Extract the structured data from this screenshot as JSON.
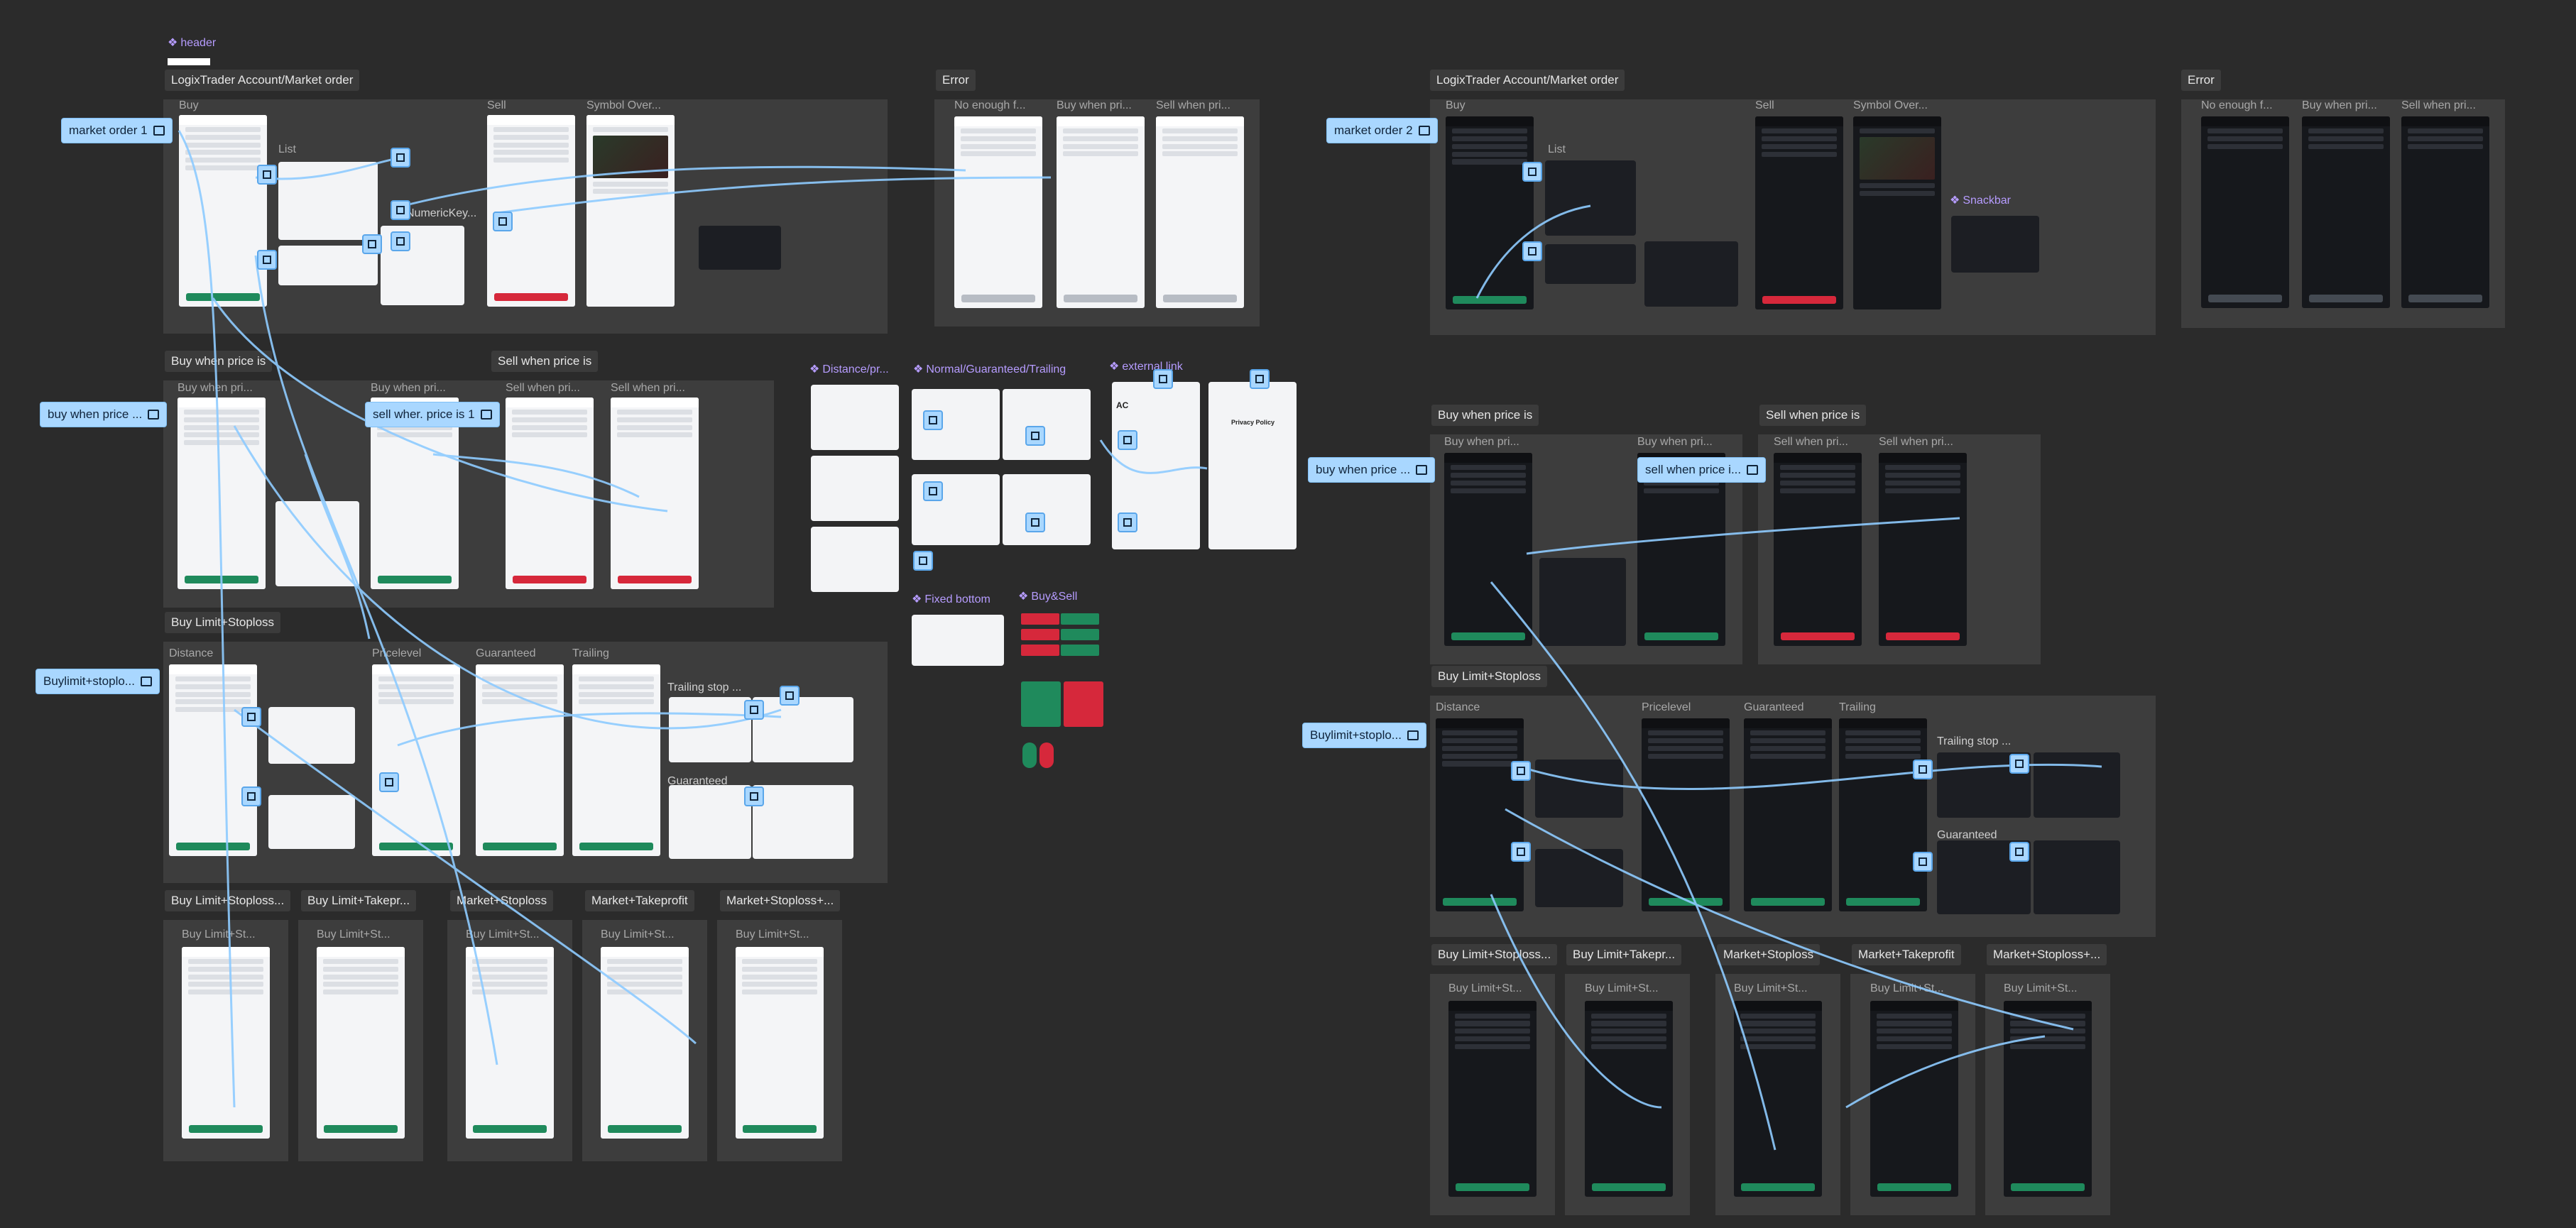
{
  "header_component": "header",
  "sections": [
    {
      "title": "LogixTrader Account/Market order",
      "frames": [
        "Buy",
        "List",
        "Sell",
        "Symbol Over..."
      ]
    },
    {
      "title": "Error",
      "frames": [
        "No enough f...",
        "Buy when pri...",
        "Sell when pri..."
      ]
    },
    {
      "title": "Buy when price is",
      "frames": [
        "Buy when pri...",
        "Buy when pri..."
      ]
    },
    {
      "title": "Sell when price is",
      "frames": [
        "Sell when pri...",
        "Sell when pri..."
      ]
    },
    {
      "title": "Buy Limit+Stoploss",
      "frames": [
        "Distance",
        "Pricelevel",
        "Guaranteed",
        "Trailing",
        "Trailing stop ...",
        "Guaranteed"
      ]
    },
    {
      "title": "Buy Limit+Stoploss...",
      "frames": [
        "Buy Limit+St..."
      ]
    },
    {
      "title": "Buy Limit+Takepr...",
      "frames": [
        "Buy Limit+St..."
      ]
    },
    {
      "title": "Market+Stoploss",
      "frames": [
        "Buy Limit+St..."
      ]
    },
    {
      "title": "Market+Takeprofit",
      "frames": [
        "Buy Limit+St..."
      ]
    },
    {
      "title": "Market+Stoploss+...",
      "frames": [
        "Buy Limit+St..."
      ]
    }
  ],
  "dark_sections": [
    {
      "title": "LogixTrader Account/Market order",
      "frames": [
        "Buy",
        "List",
        "List",
        "Sell",
        "Symbol Over..."
      ]
    },
    {
      "title": "Error",
      "frames": [
        "No enough f...",
        "Buy when pri...",
        "Sell when pri..."
      ]
    },
    {
      "title": "Buy when price is",
      "frames": [
        "Buy when pri...",
        "Buy when pri..."
      ]
    },
    {
      "title": "Sell when price is",
      "frames": [
        "Sell when pri...",
        "Sell when pri..."
      ]
    },
    {
      "title": "Buy Limit+Stoploss",
      "frames": [
        "Distance",
        "Pricelevel",
        "Guaranteed",
        "Trailing",
        "Trailing stop ...",
        "Guaranteed"
      ]
    },
    {
      "title": "Buy Limit+Stoploss...",
      "frames": [
        "Buy Limit+St..."
      ]
    },
    {
      "title": "Buy Limit+Takepr...",
      "frames": [
        "Buy Limit+St..."
      ]
    },
    {
      "title": "Market+Stoploss",
      "frames": [
        "Buy Limit+St..."
      ]
    },
    {
      "title": "Market+Takeprofit",
      "frames": [
        "Buy Limit+St..."
      ]
    },
    {
      "title": "Market+Stoploss+...",
      "frames": [
        "Buy Limit+St..."
      ]
    }
  ],
  "components": [
    "Distance/pr...",
    "Normal/Guaranteed/Trailing",
    "external link",
    "Fixed bottom",
    "Buy&Sell",
    "Snackbar"
  ],
  "flow_starts": [
    "market order 1",
    "buy when price ...",
    "sell wher. price is 1",
    "Buylimit+stoplo...",
    "market order 2",
    "buy when price ...",
    "sell when price i...",
    "Buylimit+stoplo..."
  ],
  "misc_labels": {
    "numkey": "NumericKey...",
    "privacy": "Privacy Policy",
    "ac": "AC"
  },
  "colors": {
    "canvas": "#2b2b2b",
    "section": "#3d3d3d",
    "chip": "#3b3b3b",
    "component": "#b69cff",
    "flow": "#a9d7ff",
    "wire": "#8ecbff",
    "buy": "#1f8a5c",
    "sell": "#d6283b"
  }
}
